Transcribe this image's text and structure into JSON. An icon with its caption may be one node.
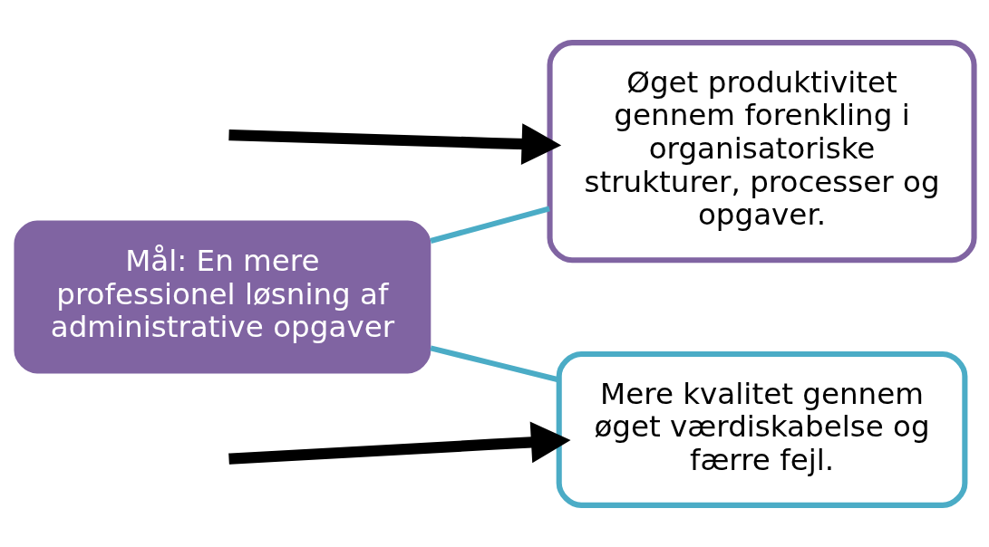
{
  "diagram": {
    "nodes": [
      {
        "text": [
          "Mål: En mere professionel løsning af administrative opgaver"
        ]
      },
      {
        "text": [
          "Øget produktivitet gennem forenkling i organisatoriske strukturer, processer og opgaver."
        ]
      },
      {
        "text": [
          "Mere kvalitet gennem øget værdiskabelse og færre fejl."
        ]
      }
    ],
    "edges": [
      {
        "from": 0,
        "to": 1,
        "arrow": "none"
      },
      {
        "from": 0,
        "to": 2,
        "arrow": "none"
      },
      {
        "from": null,
        "to": 1,
        "arrow": "to",
        "style": "thick",
        "color": "#000000"
      },
      {
        "from": null,
        "to": 2,
        "arrow": "to",
        "style": "thick",
        "color": "#000000"
      }
    ]
  }
}
